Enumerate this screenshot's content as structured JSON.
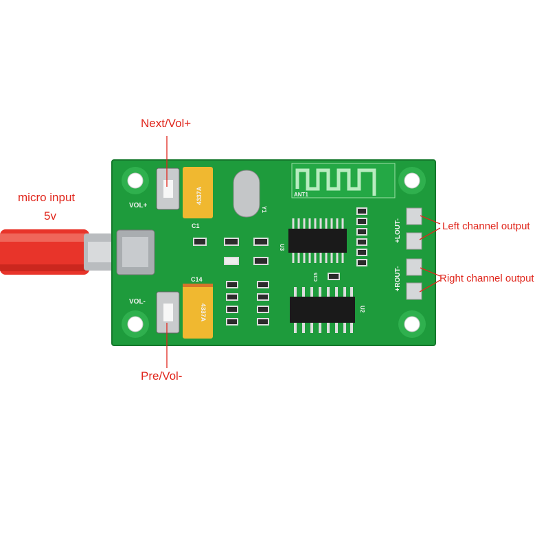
{
  "annotations": {
    "next_vol_up": "Next/Vol+",
    "micro_input": "micro input",
    "micro_voltage": "5v",
    "left_channel": "Left channel output",
    "right_channel": "Right channel output",
    "pre_vol_down": "Pre/Vol-"
  },
  "board_silkscreen": {
    "vol_up": "VOL+",
    "vol_down": "VOL-",
    "c1": "C1",
    "c14": "C14",
    "antenna": "ANT1",
    "lout": "+LOUT-",
    "rout": "+ROUT-",
    "u3": "U3",
    "u2": "U2",
    "y1": "Y1",
    "c15": "C15",
    "cap_marking": "4337A"
  },
  "colors": {
    "annotation": "#e0261c",
    "board": "#1e9b3c",
    "cable": "#e8342a"
  }
}
